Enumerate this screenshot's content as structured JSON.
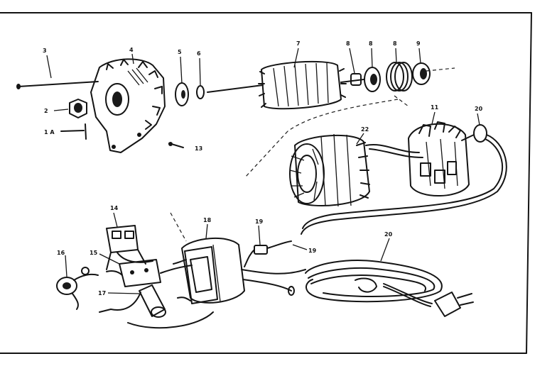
{
  "diagram": {
    "callouts": [
      {
        "id": "c1",
        "text": "3"
      },
      {
        "id": "c2",
        "text": "4"
      },
      {
        "id": "c3",
        "text": "5"
      },
      {
        "id": "c4",
        "text": "6"
      },
      {
        "id": "c5",
        "text": "7"
      },
      {
        "id": "c6",
        "text": "8"
      },
      {
        "id": "c7",
        "text": "8"
      },
      {
        "id": "c8",
        "text": "8"
      },
      {
        "id": "c9",
        "text": "9"
      },
      {
        "id": "c10",
        "text": "2"
      },
      {
        "id": "c11",
        "text": "1 A"
      },
      {
        "id": "c12",
        "text": "13"
      },
      {
        "id": "c13",
        "text": "22"
      },
      {
        "id": "c14",
        "text": "11"
      },
      {
        "id": "c15",
        "text": "20"
      },
      {
        "id": "c16",
        "text": "14"
      },
      {
        "id": "c17",
        "text": "15"
      },
      {
        "id": "c18",
        "text": "16"
      },
      {
        "id": "c19",
        "text": "17"
      },
      {
        "id": "c20",
        "text": "18"
      },
      {
        "id": "c21",
        "text": "19"
      },
      {
        "id": "c22",
        "text": "19"
      },
      {
        "id": "c23",
        "text": "20"
      }
    ]
  }
}
